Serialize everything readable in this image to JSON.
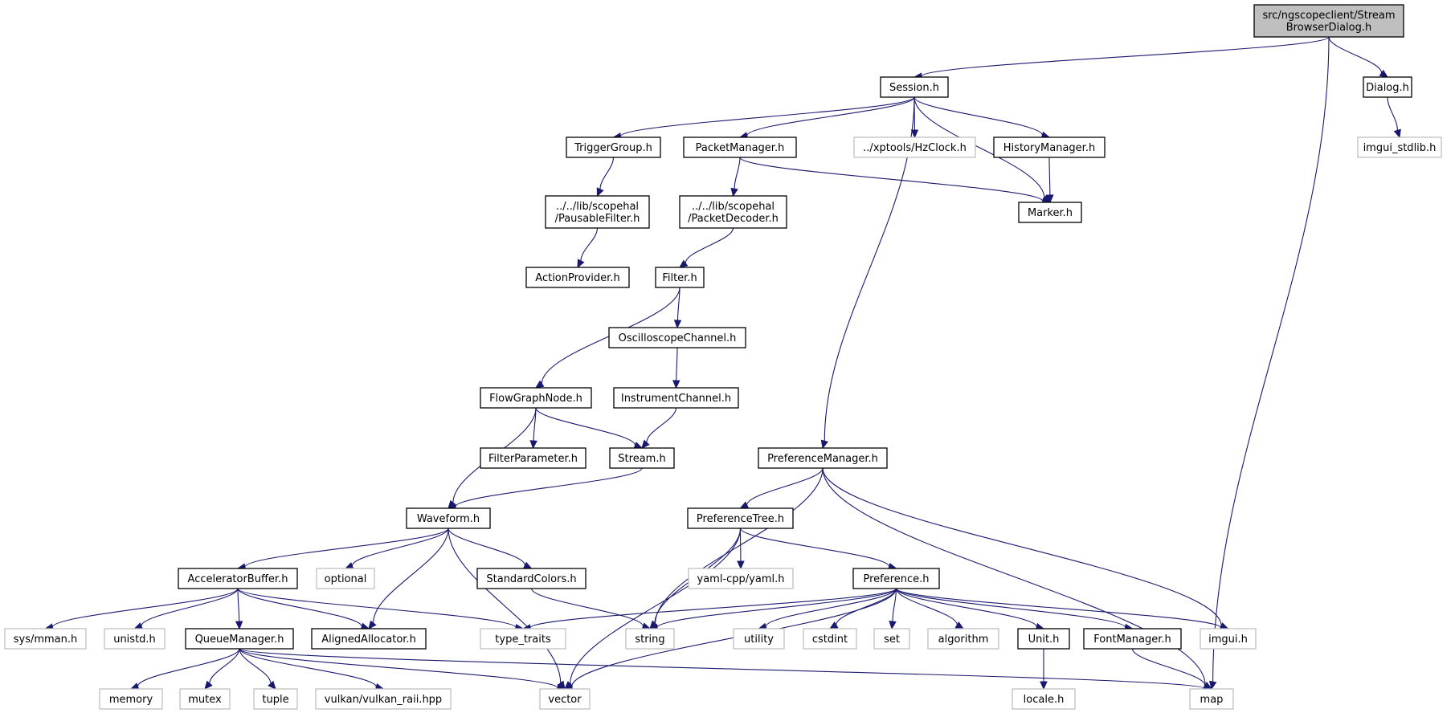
{
  "colors": {
    "edge": "#191970",
    "root_fill": "#bfbfbf",
    "internal_border": "#000000",
    "external_border": "#bfbfbf"
  },
  "nodes": [
    {
      "id": "root",
      "lines": [
        "src/ngscopeclient/Stream",
        "BrowserDialog.h"
      ],
      "kind": "root"
    },
    {
      "id": "session",
      "lines": [
        "Session.h"
      ],
      "kind": "int"
    },
    {
      "id": "dialog",
      "lines": [
        "Dialog.h"
      ],
      "kind": "int"
    },
    {
      "id": "imgui_stdlib",
      "lines": [
        "imgui_stdlib.h"
      ],
      "kind": "ext"
    },
    {
      "id": "triggergroup",
      "lines": [
        "TriggerGroup.h"
      ],
      "kind": "int"
    },
    {
      "id": "packetmanager",
      "lines": [
        "PacketManager.h"
      ],
      "kind": "int"
    },
    {
      "id": "hzclock",
      "lines": [
        "../xptools/HzClock.h"
      ],
      "kind": "ext"
    },
    {
      "id": "historymanager",
      "lines": [
        "HistoryManager.h"
      ],
      "kind": "int"
    },
    {
      "id": "pausable",
      "lines": [
        "../../lib/scopehal",
        "/PausableFilter.h"
      ],
      "kind": "int"
    },
    {
      "id": "packetdecoder",
      "lines": [
        "../../lib/scopehal",
        "/PacketDecoder.h"
      ],
      "kind": "int"
    },
    {
      "id": "marker",
      "lines": [
        "Marker.h"
      ],
      "kind": "int"
    },
    {
      "id": "actionprovider",
      "lines": [
        "ActionProvider.h"
      ],
      "kind": "int"
    },
    {
      "id": "filter",
      "lines": [
        "Filter.h"
      ],
      "kind": "int"
    },
    {
      "id": "oscchannel",
      "lines": [
        "OscilloscopeChannel.h"
      ],
      "kind": "int"
    },
    {
      "id": "flowgraph",
      "lines": [
        "FlowGraphNode.h"
      ],
      "kind": "int"
    },
    {
      "id": "instchannel",
      "lines": [
        "InstrumentChannel.h"
      ],
      "kind": "int"
    },
    {
      "id": "filterparam",
      "lines": [
        "FilterParameter.h"
      ],
      "kind": "int"
    },
    {
      "id": "stream",
      "lines": [
        "Stream.h"
      ],
      "kind": "int"
    },
    {
      "id": "prefmanager",
      "lines": [
        "PreferenceManager.h"
      ],
      "kind": "int"
    },
    {
      "id": "waveform",
      "lines": [
        "Waveform.h"
      ],
      "kind": "int"
    },
    {
      "id": "preftree",
      "lines": [
        "PreferenceTree.h"
      ],
      "kind": "int"
    },
    {
      "id": "accelbuf",
      "lines": [
        "AcceleratorBuffer.h"
      ],
      "kind": "int"
    },
    {
      "id": "optional",
      "lines": [
        "optional"
      ],
      "kind": "ext"
    },
    {
      "id": "stdcolors",
      "lines": [
        "StandardColors.h"
      ],
      "kind": "int"
    },
    {
      "id": "yaml",
      "lines": [
        "yaml-cpp/yaml.h"
      ],
      "kind": "ext"
    },
    {
      "id": "preference",
      "lines": [
        "Preference.h"
      ],
      "kind": "int"
    },
    {
      "id": "sysmman",
      "lines": [
        "sys/mman.h"
      ],
      "kind": "ext"
    },
    {
      "id": "unistd",
      "lines": [
        "unistd.h"
      ],
      "kind": "ext"
    },
    {
      "id": "queuemanager",
      "lines": [
        "QueueManager.h"
      ],
      "kind": "int"
    },
    {
      "id": "alignedalloc",
      "lines": [
        "AlignedAllocator.h"
      ],
      "kind": "int"
    },
    {
      "id": "typetraits",
      "lines": [
        "type_traits"
      ],
      "kind": "ext"
    },
    {
      "id": "string",
      "lines": [
        "string"
      ],
      "kind": "ext"
    },
    {
      "id": "utility",
      "lines": [
        "utility"
      ],
      "kind": "ext"
    },
    {
      "id": "cstdint",
      "lines": [
        "cstdint"
      ],
      "kind": "ext"
    },
    {
      "id": "set",
      "lines": [
        "set"
      ],
      "kind": "ext"
    },
    {
      "id": "algorithm",
      "lines": [
        "algorithm"
      ],
      "kind": "ext"
    },
    {
      "id": "unit",
      "lines": [
        "Unit.h"
      ],
      "kind": "int"
    },
    {
      "id": "fontmanager",
      "lines": [
        "FontManager.h"
      ],
      "kind": "int"
    },
    {
      "id": "imgui",
      "lines": [
        "imgui.h"
      ],
      "kind": "ext"
    },
    {
      "id": "memory",
      "lines": [
        "memory"
      ],
      "kind": "ext"
    },
    {
      "id": "mutex",
      "lines": [
        "mutex"
      ],
      "kind": "ext"
    },
    {
      "id": "tuple",
      "lines": [
        "tuple"
      ],
      "kind": "ext"
    },
    {
      "id": "vulkan",
      "lines": [
        "vulkan/vulkan_raii.hpp"
      ],
      "kind": "ext"
    },
    {
      "id": "vector",
      "lines": [
        "vector"
      ],
      "kind": "ext"
    },
    {
      "id": "locale",
      "lines": [
        "locale.h"
      ],
      "kind": "ext"
    },
    {
      "id": "map",
      "lines": [
        "map"
      ],
      "kind": "ext"
    }
  ],
  "edges": [
    [
      "root",
      "session"
    ],
    [
      "root",
      "dialog"
    ],
    [
      "root",
      "map"
    ],
    [
      "dialog",
      "imgui_stdlib"
    ],
    [
      "session",
      "triggergroup"
    ],
    [
      "session",
      "packetmanager"
    ],
    [
      "session",
      "hzclock"
    ],
    [
      "session",
      "historymanager"
    ],
    [
      "session",
      "marker"
    ],
    [
      "session",
      "prefmanager"
    ],
    [
      "triggergroup",
      "pausable"
    ],
    [
      "pausable",
      "actionprovider"
    ],
    [
      "packetmanager",
      "packetdecoder"
    ],
    [
      "packetmanager",
      "marker"
    ],
    [
      "historymanager",
      "marker"
    ],
    [
      "packetdecoder",
      "filter"
    ],
    [
      "filter",
      "oscchannel"
    ],
    [
      "filter",
      "flowgraph"
    ],
    [
      "oscchannel",
      "instchannel"
    ],
    [
      "instchannel",
      "stream"
    ],
    [
      "flowgraph",
      "filterparam"
    ],
    [
      "flowgraph",
      "stream"
    ],
    [
      "flowgraph",
      "waveform"
    ],
    [
      "stream",
      "waveform"
    ],
    [
      "waveform",
      "accelbuf"
    ],
    [
      "waveform",
      "optional"
    ],
    [
      "waveform",
      "stdcolors"
    ],
    [
      "waveform",
      "alignedalloc"
    ],
    [
      "waveform",
      "vector"
    ],
    [
      "accelbuf",
      "sysmman"
    ],
    [
      "accelbuf",
      "unistd"
    ],
    [
      "accelbuf",
      "queuemanager"
    ],
    [
      "accelbuf",
      "alignedalloc"
    ],
    [
      "accelbuf",
      "typetraits"
    ],
    [
      "queuemanager",
      "memory"
    ],
    [
      "queuemanager",
      "mutex"
    ],
    [
      "queuemanager",
      "tuple"
    ],
    [
      "queuemanager",
      "vulkan"
    ],
    [
      "queuemanager",
      "vector"
    ],
    [
      "queuemanager",
      "map"
    ],
    [
      "stdcolors",
      "string"
    ],
    [
      "prefmanager",
      "preftree"
    ],
    [
      "prefmanager",
      "string"
    ],
    [
      "prefmanager",
      "imgui"
    ],
    [
      "prefmanager",
      "map"
    ],
    [
      "preftree",
      "vector"
    ],
    [
      "preftree",
      "string"
    ],
    [
      "preftree",
      "yaml"
    ],
    [
      "preftree",
      "preference"
    ],
    [
      "preference",
      "typetraits"
    ],
    [
      "preference",
      "string"
    ],
    [
      "preference",
      "vector"
    ],
    [
      "preference",
      "utility"
    ],
    [
      "preference",
      "cstdint"
    ],
    [
      "preference",
      "set"
    ],
    [
      "preference",
      "algorithm"
    ],
    [
      "preference",
      "unit"
    ],
    [
      "preference",
      "fontmanager"
    ],
    [
      "preference",
      "imgui"
    ],
    [
      "unit",
      "locale"
    ],
    [
      "fontmanager",
      "map"
    ]
  ]
}
